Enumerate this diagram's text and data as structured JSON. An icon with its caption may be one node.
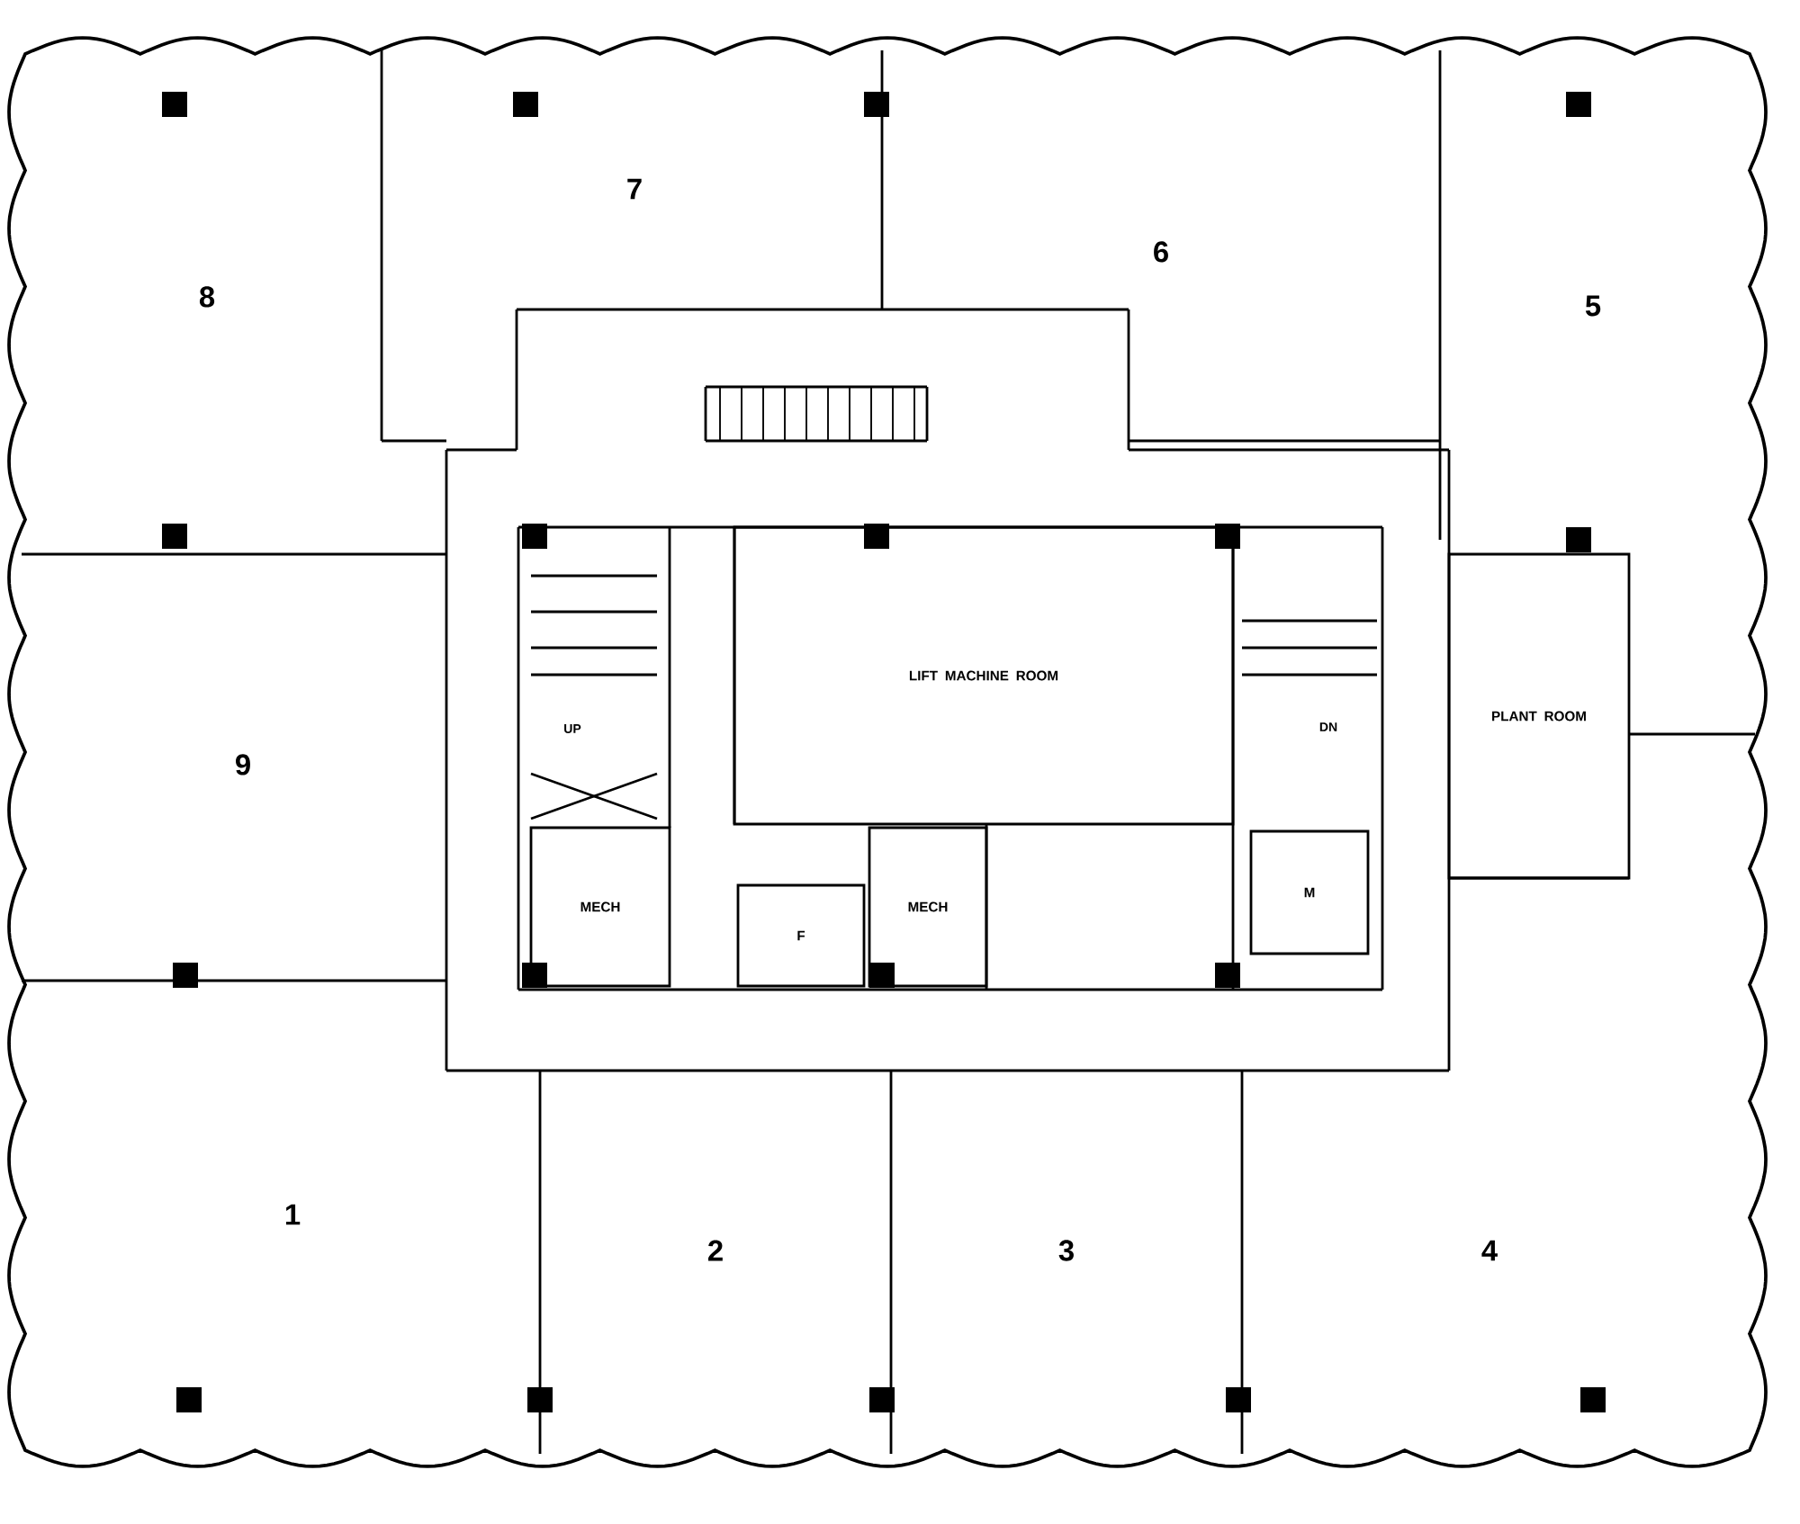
{
  "diagram": {
    "nodes": [
      {
        "text": [
          "8"
        ]
      },
      {
        "text": [
          "7"
        ]
      },
      {
        "text": [
          "6"
        ]
      },
      {
        "text": [
          "5"
        ]
      },
      {
        "text": [
          "9"
        ]
      },
      {
        "text": [
          "LIFT MACHINE ROOM"
        ]
      },
      {
        "text": [
          "MECH"
        ]
      },
      {
        "text": [
          "F"
        ]
      },
      {
        "text": [
          "MECH"
        ]
      },
      {
        "text": [
          "M"
        ]
      },
      {
        "text": [
          "PLANT ROOM"
        ]
      },
      {
        "text": [
          "1"
        ]
      },
      {
        "text": [
          "2"
        ]
      },
      {
        "text": [
          "3"
        ]
      },
      {
        "text": [
          "4"
        ]
      }
    ],
    "labels": [
      "UP",
      "DN"
    ]
  }
}
